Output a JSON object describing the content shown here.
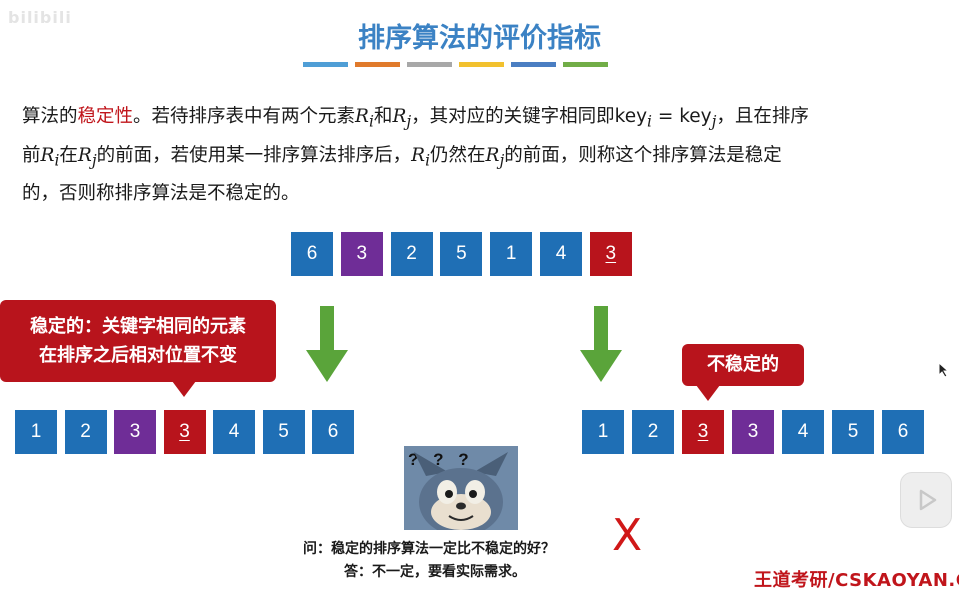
{
  "watermark": "bilibili",
  "header": {
    "title": "排序算法的评价指标",
    "color_bar": [
      "#4f9ed6",
      "#e07a2b",
      "#a8a8a8",
      "#f2c12e",
      "#4a7ec2",
      "#71ad47"
    ]
  },
  "definition": {
    "line1_a": "算法的",
    "highlight": "稳定性",
    "line1_b": "。若待排序表中有两个元素",
    "Ri": "R",
    "sub_i": "i",
    "he": "和",
    "Rj": "R",
    "sub_j": "j",
    "line1_c": "，其对应的关键字相同即key",
    "eq": " = key",
    "line1_d": "，且在排序",
    "line2_a": "前",
    "line2_b": "在",
    "line2_c": "的前面，若使用某一排序算法排序后，",
    "line2_d": "仍然在",
    "line2_e": "的前面，则称这个排序算法是稳定",
    "line3": "的，否则称排序算法是不稳定的。"
  },
  "arrays": {
    "original": [
      {
        "v": "6",
        "c": "blue"
      },
      {
        "v": "3",
        "c": "purple"
      },
      {
        "v": "2",
        "c": "blue"
      },
      {
        "v": "5",
        "c": "blue"
      },
      {
        "v": "1",
        "c": "blue"
      },
      {
        "v": "4",
        "c": "blue"
      },
      {
        "v": "3",
        "c": "red",
        "u": true
      }
    ],
    "stable": [
      {
        "v": "1",
        "c": "blue"
      },
      {
        "v": "2",
        "c": "blue"
      },
      {
        "v": "3",
        "c": "purple"
      },
      {
        "v": "3",
        "c": "red",
        "u": true
      },
      {
        "v": "4",
        "c": "blue"
      },
      {
        "v": "5",
        "c": "blue"
      },
      {
        "v": "6",
        "c": "blue"
      }
    ],
    "unstable": [
      {
        "v": "1",
        "c": "blue"
      },
      {
        "v": "2",
        "c": "blue"
      },
      {
        "v": "3",
        "c": "red",
        "u": true
      },
      {
        "v": "3",
        "c": "purple"
      },
      {
        "v": "4",
        "c": "blue"
      },
      {
        "v": "5",
        "c": "blue"
      },
      {
        "v": "6",
        "c": "blue"
      }
    ]
  },
  "callouts": {
    "stable_line1": "稳定的：关键字相同的元素",
    "stable_line2": "在排序之后相对位置不变",
    "unstable": "不稳定的"
  },
  "meme": {
    "marks": "? ? ?"
  },
  "qa": {
    "question": "问：稳定的排序算法一定比不稳定的好？",
    "answer": "答：不一定，要看实际需求。",
    "mark": "X"
  },
  "brand": "王道考研/CSKAOYAN.CO",
  "colors": {
    "blue": "#1f6fb5",
    "purple": "#6f2d97",
    "red": "#b8141c",
    "green": "#5aa43a",
    "title": "#3b82c4"
  }
}
